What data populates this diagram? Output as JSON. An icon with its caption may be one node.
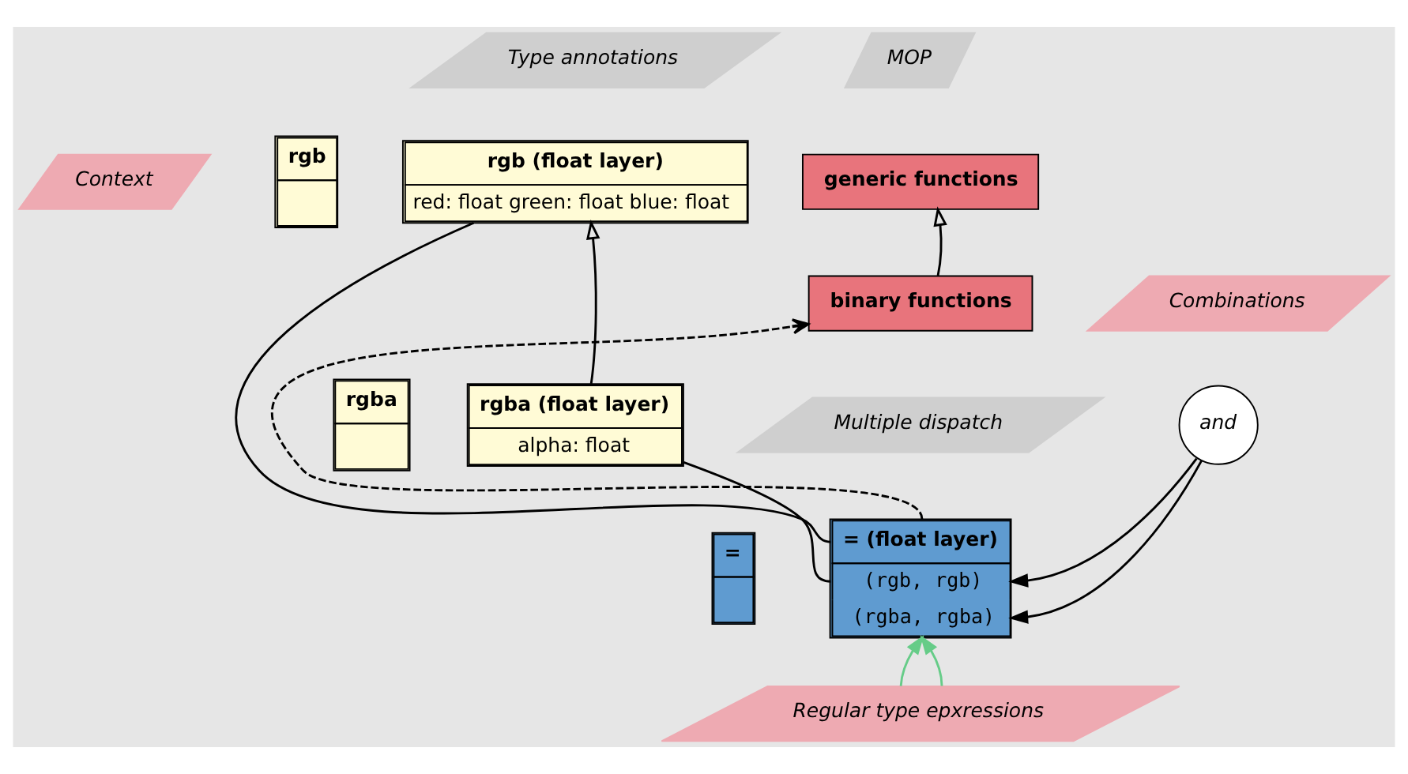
{
  "diagram": {
    "nodes": [
      {
        "text": [
          "Type annotations"
        ]
      },
      {
        "text": [
          "rgb"
        ]
      },
      {
        "text": [
          "rgb (float layer)",
          "red: float green: float blue: float"
        ]
      },
      {
        "text": [
          "Context"
        ]
      },
      {
        "text": [
          "rgba"
        ]
      },
      {
        "text": [
          "rgba (float layer)",
          "alpha: float"
        ]
      },
      {
        "text": [
          "MOP"
        ]
      },
      {
        "text": [
          "generic functions"
        ]
      },
      {
        "text": [
          "binary functions"
        ]
      },
      {
        "text": [
          "Multiple dispatch"
        ]
      },
      {
        "text": [
          "="
        ]
      },
      {
        "text": [
          "= (float layer)",
          "(rgb, rgb)",
          "(rgba, rgba)"
        ]
      },
      {
        "text": [
          "Combinations"
        ]
      },
      {
        "text": [
          "and"
        ]
      },
      {
        "text": [
          "Regular type epxressions"
        ]
      }
    ],
    "edges": [
      {
        "from": 5,
        "to": 2,
        "arrow": "to"
      },
      {
        "from": 8,
        "to": 7,
        "arrow": "to"
      },
      {
        "from": 11,
        "to": 8,
        "arrow": "to",
        "style": "dashed"
      },
      {
        "from": 2,
        "to": 11,
        "arrow": "none"
      },
      {
        "from": 5,
        "to": 11,
        "arrow": "none"
      },
      {
        "from": 13,
        "to": 11,
        "arrow": "to"
      },
      {
        "from": 13,
        "to": 11,
        "arrow": "to"
      },
      {
        "from": 14,
        "to": 11,
        "arrow": "to",
        "color": "#66cc88"
      },
      {
        "from": 14,
        "to": 11,
        "arrow": "to",
        "color": "#66cc88"
      }
    ]
  }
}
